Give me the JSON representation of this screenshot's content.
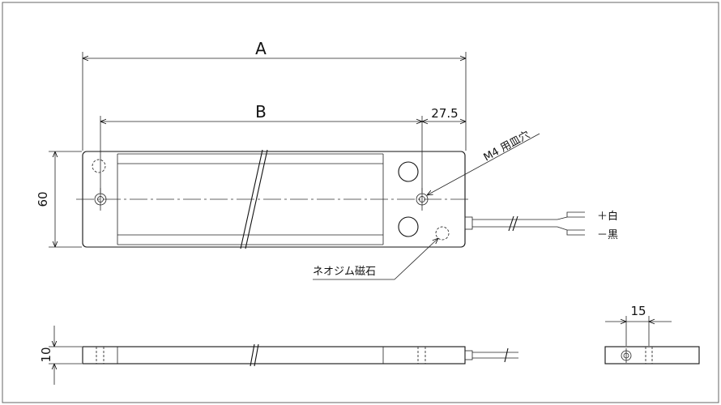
{
  "dimensions": {
    "overall_length": "A",
    "hole_pitch": "B",
    "edge_offset": "27.5",
    "width": "60",
    "thickness": "10",
    "hole_offset_side": "15"
  },
  "callouts": {
    "mounting_hole": "M4 用皿穴",
    "magnet": "ネオジム磁石"
  },
  "wires": {
    "positive": "＋白",
    "negative": "－黒"
  }
}
